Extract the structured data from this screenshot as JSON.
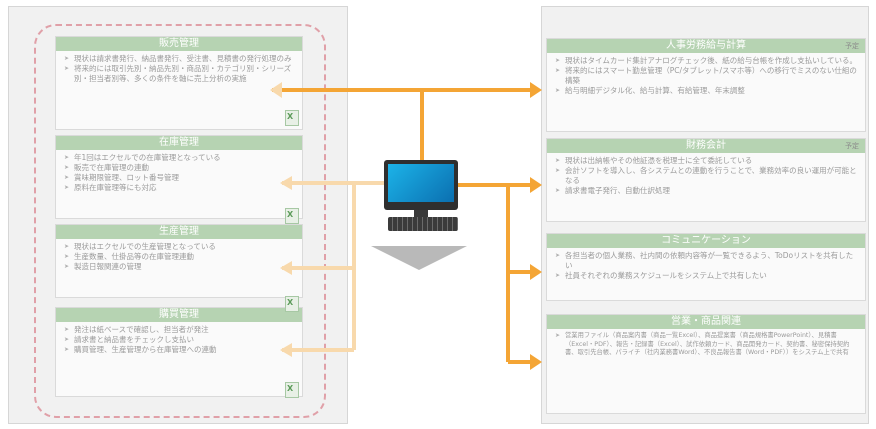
{
  "left_cards": [
    {
      "title": "販売管理",
      "items": [
        "現状は請求書発行、納品書発行、受注書、見積書の発行処理のみ",
        "将来的には取引先別・納品先別・商品別・カテゴリ別・シリーズ別・担当者別等、多くの条件を軸に売上分析の実施"
      ]
    },
    {
      "title": "在庫管理",
      "items": [
        "年1回はエクセルでの在庫管理となっている",
        "販売で在庫管理の連動",
        "賞味期限管理、ロット番号管理",
        "原料在庫管理等にも対応"
      ]
    },
    {
      "title": "生産管理",
      "items": [
        "現状はエクセルでの生産管理となっている",
        "生産数量、仕掛品等の在庫管理連動",
        "製造日報関連の管理"
      ]
    },
    {
      "title": "購買管理",
      "items": [
        "発注は紙ベースで確認し、担当者が発注",
        "請求書と納品書をチェックし支払い",
        "購買管理、生産管理から在庫管理への連動"
      ]
    }
  ],
  "right_cards": [
    {
      "title": "人事労務給与計算",
      "tag": "予定",
      "items": [
        "現状はタイムカード集計アナログチェック後、紙の給与台帳を作成し支払いしている。",
        "将来的にはスマート勤怠管理（PC/タブレット/スマホ等）への移行でミスのない仕組の構築",
        "給与明細デジタル化、給与計算、有給管理、年末調整"
      ]
    },
    {
      "title": "財務会計",
      "tag": "予定",
      "items": [
        "現状は出納帳やその他証憑を税理士に全て委託している",
        "会計ソフトを導入し、各システムとの連動を行うことで、業務効率の良い運用が可能となる",
        "請求書電子発行、自動仕訳処理"
      ]
    },
    {
      "title": "コミュニケーション",
      "tag": "",
      "items": [
        "各担当者の個人業務、社内間の依頼内容等が一覧できるよう、ToDoリストを共有したい",
        "社員それぞれの業務スケジュールをシステム上で共有したい"
      ]
    },
    {
      "title": "営業・商品関連",
      "tag": "",
      "items": [
        "営業用ファイル（商品案内書（商品一覧Excel）、商品提案書（商品規格書PowerPoint）、見積書（Excel・PDF）、報告・記録書（Excel）、試作依頼カード、商品開発カード、契約書、秘密保持契約書、取引先台帳、パライチ（社内業務書Word）、不良品報告書（Word・PDF））をシステム上で共有"
      ]
    }
  ],
  "colors": {
    "accent_orange": "#f4a535",
    "light_orange": "#f8d9ac",
    "card_title_green": "#b6d3b2",
    "dashed_pink": "#e0a0a8"
  },
  "icons": [
    "excel-file-icon",
    "computer-monitor-icon",
    "keyboard-icon",
    "down-arrow-icon"
  ]
}
